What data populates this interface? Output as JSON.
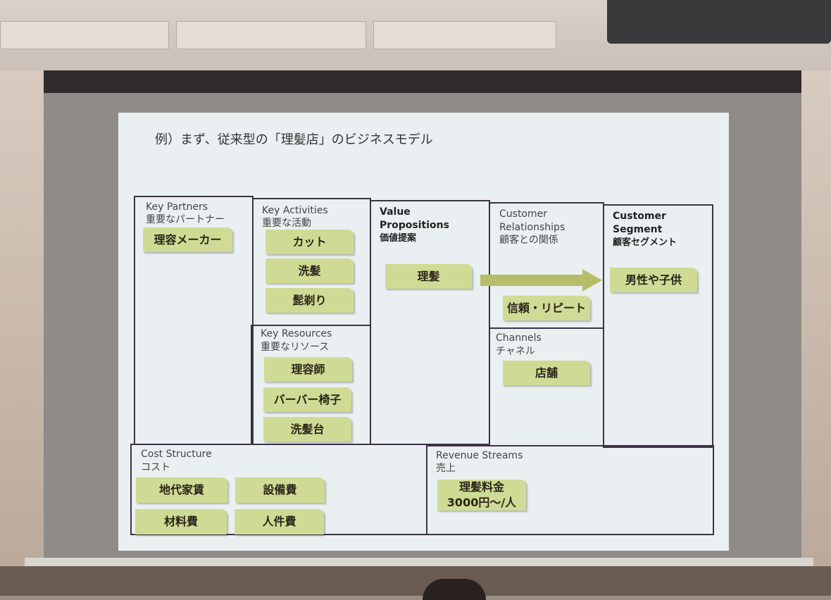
{
  "title": "例）まず、従来型の「理髪店」のビジネスモデル",
  "blocks": {
    "key_partners": {
      "en": "Key Partners",
      "ja": "重要なパートナー",
      "notes": [
        "理容メーカー"
      ]
    },
    "key_activities": {
      "en": "Key Activities",
      "ja": "重要な活動",
      "notes": [
        "カット",
        "洗髪",
        "髭剃り"
      ]
    },
    "key_resources": {
      "en": "Key Resources",
      "ja": "重要なリソース",
      "notes": [
        "理容師",
        "バーバー椅子",
        "洗髪台"
      ]
    },
    "value_propositions": {
      "en1": "Value",
      "en2": "Propositions",
      "ja": "価値提案",
      "notes": [
        "理髪"
      ]
    },
    "customer_relationships": {
      "en1": "Customer",
      "en2": "Relationships",
      "ja": "顧客との関係",
      "notes": [
        "信頼・リピート"
      ]
    },
    "channels": {
      "en": "Channels",
      "ja": "チャネル",
      "notes": [
        "店舗"
      ]
    },
    "customer_segment": {
      "en1": "Customer",
      "en2": "Segment",
      "ja": "顧客セグメント",
      "notes": [
        "男性や子供"
      ]
    },
    "cost_structure": {
      "en": "Cost Structure",
      "ja": "コスト",
      "notes": [
        "地代家賃",
        "設備費",
        "材料費",
        "人件費"
      ]
    },
    "revenue_streams": {
      "en": "Revenue Streams",
      "ja": "売上",
      "notes": [
        "理髪料金",
        "3000円～/人"
      ]
    }
  },
  "colors": {
    "note": "#cfdb95",
    "arrow": "#b5bd6a",
    "border": "#3d3345"
  }
}
